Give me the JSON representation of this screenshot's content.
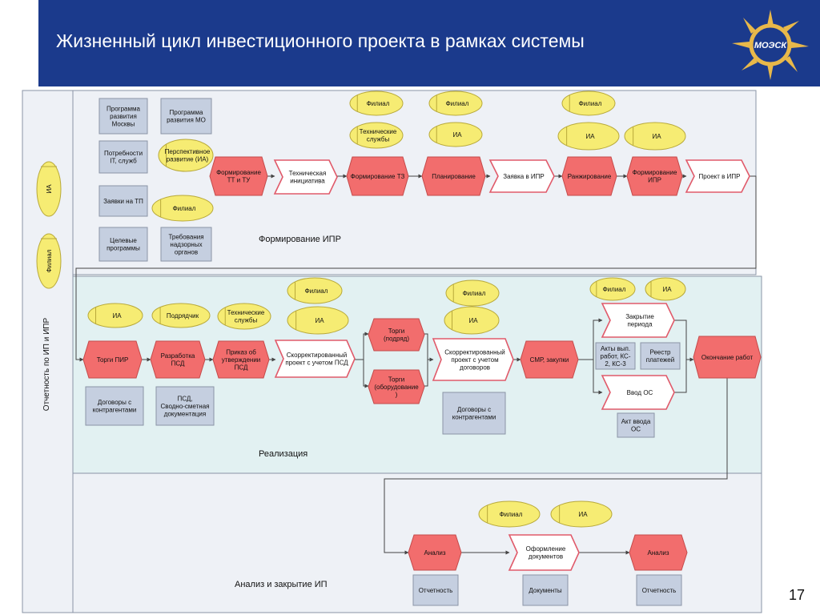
{
  "slide": {
    "title": "Жизненный цикл инвестиционного проекта в рамках системы",
    "page_number": "17",
    "logo_text": "МОЭСК"
  },
  "lanes": {
    "side_label": "Отчетность по ИП и ИПР",
    "formation": "Формирование ИПР",
    "realization": "Реализация",
    "analysis": "Анализ и закрытие ИП"
  },
  "side_ovals": {
    "ia": "ИА",
    "branch": "Филиал"
  },
  "docs": {
    "moscow_program": [
      "Программа",
      "развития",
      "Москвы"
    ],
    "mo_program": [
      "Программа",
      "развития МО"
    ],
    "it_needs": [
      "Потребности",
      "IT, служб"
    ],
    "tp_requests": [
      "Заявки на ТП"
    ],
    "target_programs": [
      "Целевые",
      "программы"
    ],
    "supervision_req": [
      "Требования",
      "надзорных",
      "органов"
    ],
    "contracts_1": [
      "Договоры с",
      "контрагентами"
    ],
    "psd_docs": [
      "ПСД,",
      "Сводно-сметная",
      "документация"
    ],
    "contracts_2": [
      "Договоры с",
      "контрагентами"
    ],
    "acts_works": [
      "Акты вып.",
      "работ, КС-",
      "2, КС-3"
    ],
    "payments_registry": [
      "Реестр",
      "платежей"
    ],
    "commissioning_act": [
      "Акт ввода",
      "ОС"
    ],
    "reporting_1": [
      "Отчетность"
    ],
    "documents": [
      "Документы"
    ],
    "reporting_2": [
      "Отчетность"
    ]
  },
  "functions": {
    "tt_tu": [
      "Формирование",
      "ТТ и ТУ"
    ],
    "tz": [
      "Формирование ТЗ"
    ],
    "planning": [
      "Планирование"
    ],
    "ranking": [
      "Ранжирование"
    ],
    "ipr_form": [
      "Формирование",
      "ИПР"
    ],
    "pir_tender": [
      "Торги ПИР"
    ],
    "psd_dev": [
      "Разработка",
      "ПСД"
    ],
    "psd_order": [
      "Приказ об",
      "утверждении",
      "ПСД"
    ],
    "tender_contract": [
      "Торги",
      "(подряд)"
    ],
    "tender_equipment": [
      "Торги",
      "(оборудование",
      ")"
    ],
    "smr": [
      "СМР, закупки"
    ],
    "end_works": [
      "Окончание работ"
    ],
    "analysis_1": [
      "Анализ"
    ],
    "analysis_2": [
      "Анализ"
    ]
  },
  "events": {
    "tech_initiative": [
      "Техническая",
      "инициатива"
    ],
    "ipr_request": [
      "Заявка в ИПР"
    ],
    "ipr_project": [
      "Проект в ИПР"
    ],
    "corrected_psd": [
      "Скорректированный",
      "проект с учетом ПСД"
    ],
    "corrected_contracts": [
      "Скорректированный",
      "проект с учетом",
      "договоров"
    ],
    "period_close": [
      "Закрытие",
      "периода"
    ],
    "os_commission": [
      "Ввод ОС"
    ],
    "doc_formalization": [
      "Оформление",
      "документов"
    ]
  },
  "roles": {
    "branch_1": [
      "Филиал"
    ],
    "tech_services_1": [
      "Технические",
      "службы"
    ],
    "branch_2": [
      "Филиал"
    ],
    "ia_1": [
      "ИА"
    ],
    "branch_3": [
      "Филиал"
    ],
    "ia_2": [
      "ИА"
    ],
    "ia_3": [
      "ИА"
    ],
    "prospective_ia": [
      "Перспективное",
      "развитие (ИА)"
    ],
    "branch_4": [
      "Филиал"
    ],
    "ia_4": [
      "ИА"
    ],
    "contractor": [
      "Подрядчик"
    ],
    "tech_services_2": [
      "Технические",
      "службы"
    ],
    "branch_5": [
      "Филиал"
    ],
    "ia_5": [
      "ИА"
    ],
    "branch_6": [
      "Филиал"
    ],
    "ia_6": [
      "ИА"
    ],
    "branch_7": [
      "Филиал"
    ],
    "ia_7": [
      "ИА"
    ],
    "branch_8": [
      "Филиал"
    ],
    "ia_8": [
      "ИА"
    ]
  },
  "colors": {
    "header_blue": "#1b3a8c",
    "function_red": "#f26d6d",
    "role_yellow": "#f6ec73",
    "doc_gray": "#c5cfe0",
    "lane_teal": "#e2f1f2",
    "lane_gray": "#eef1f6"
  }
}
